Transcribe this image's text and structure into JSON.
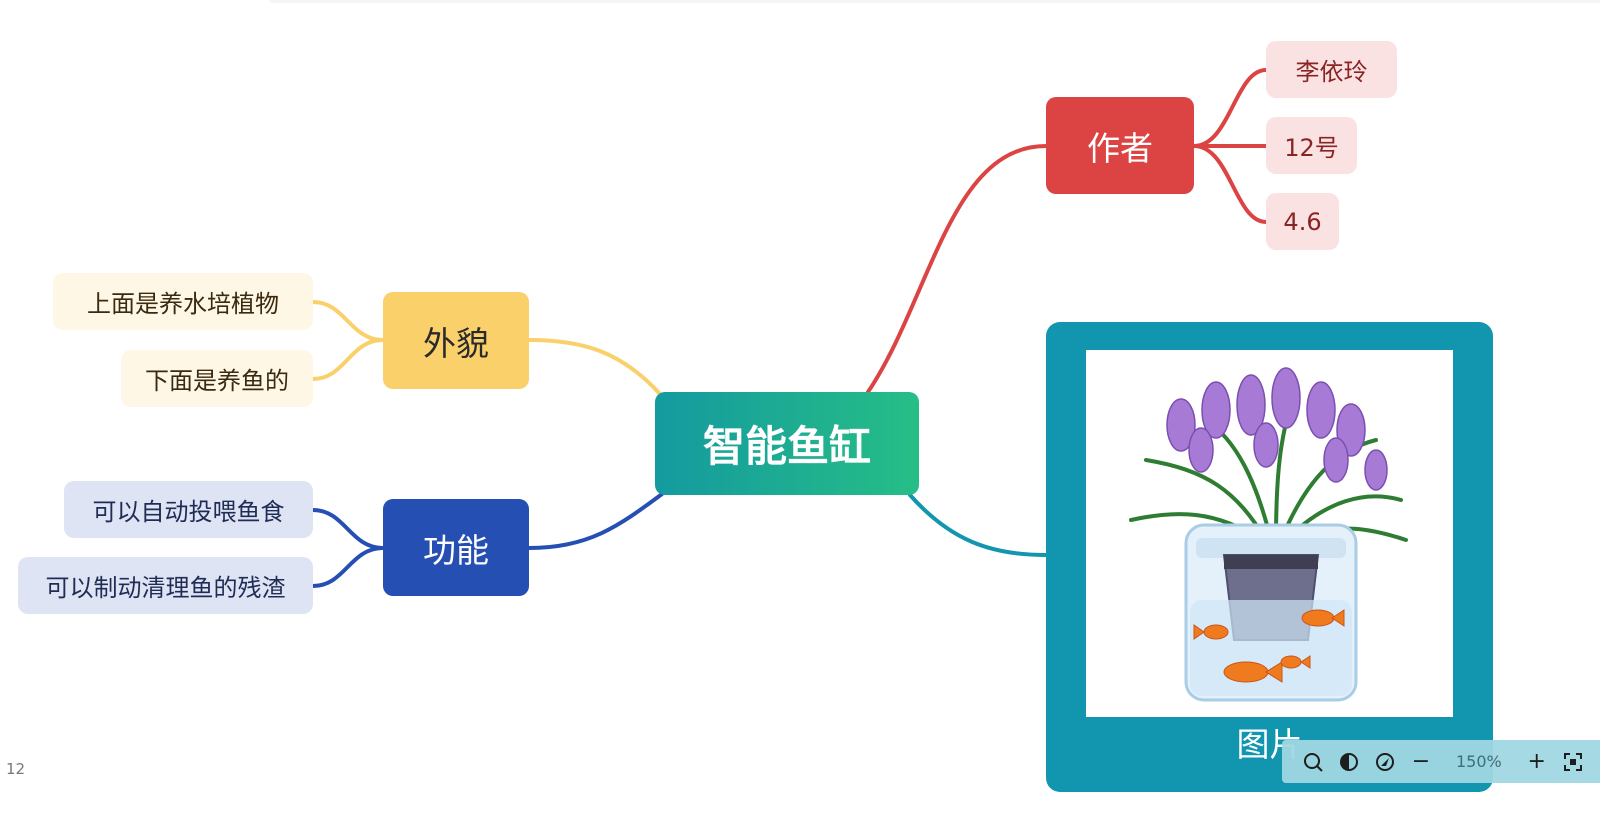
{
  "mindmap": {
    "root": {
      "label": "智能鱼缸",
      "color": "#1aa894"
    },
    "author": {
      "label": "作者",
      "color": "#dc4444",
      "children": [
        {
          "label": "李依玲"
        },
        {
          "label": "12号"
        },
        {
          "label": "4.6"
        }
      ]
    },
    "appearance": {
      "label": "外貌",
      "color": "#fad06b",
      "children": [
        {
          "label": "上面是养水培植物"
        },
        {
          "label": "下面是养鱼的"
        }
      ]
    },
    "function": {
      "label": "功能",
      "color": "#264fb3",
      "children": [
        {
          "label": "可以自动投喂鱼食"
        },
        {
          "label": "可以制动清理鱼的残渣"
        }
      ]
    },
    "image_node": {
      "label": "图片",
      "color": "#1296b0"
    }
  },
  "toolbar": {
    "search_icon": "search-icon",
    "theme_icon": "theme-icon",
    "locate_icon": "locate-icon",
    "zoom_out": "−",
    "zoom_level": "150%",
    "zoom_in": "+",
    "fit_icon": "fit-screen-icon"
  },
  "page_number": "12"
}
